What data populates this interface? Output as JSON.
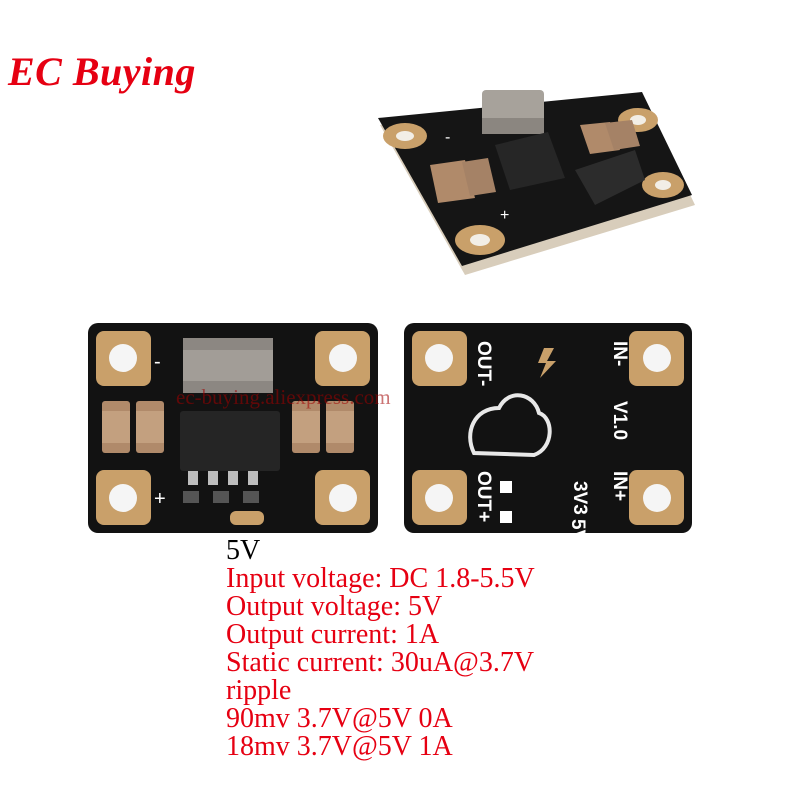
{
  "logo_text": "EC Buying",
  "watermark": "ec-buying.aliexpress.com",
  "colors": {
    "brand_red": "#e60012",
    "pcb_black": "#141414",
    "gold_pad": "#c9a06a",
    "capacitor_tan": "#b08a6a"
  },
  "board_front_marks": {
    "minus": "-",
    "plus": "+"
  },
  "board_back": {
    "out_minus": "OUT-",
    "in_minus": "IN-",
    "out_plus": "OUT+",
    "in_plus": "IN+",
    "version": "V1.0",
    "v33": "3V3",
    "v5": "5V"
  },
  "specs": {
    "title": "5V",
    "lines": [
      "Input voltage: DC 1.8-5.5V",
      "Output voltage: 5V",
      "Output current: 1A",
      "Static current: 30uA@3.7V",
      "ripple",
      "90mv 3.7V@5V 0A",
      "18mv 3.7V@5V 1A"
    ]
  }
}
